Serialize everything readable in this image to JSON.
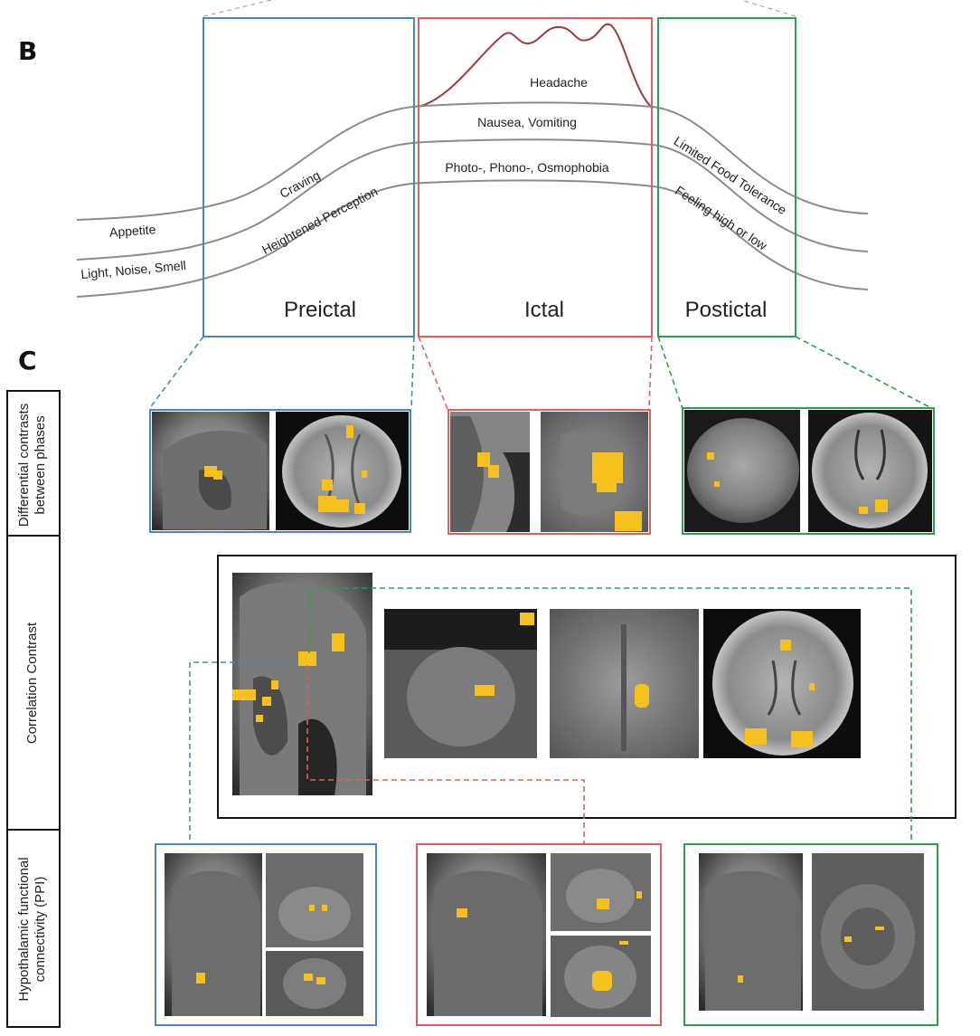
{
  "panel_b": {
    "letter": "B",
    "phases": [
      "Preictal",
      "Ictal",
      "Postictal"
    ],
    "curves": {
      "headache": "Headache",
      "nausea": "Nausea, Vomiting",
      "photo": "Photo-, Phono-, Osmophobia",
      "appetite": "Appetite",
      "craving": "Craving",
      "light": "Light, Noise, Smell",
      "heightened": "Heightened Perception",
      "limited_food": "Limited Food Tolerance",
      "feeling": "Feeling high or low"
    }
  },
  "panel_c": {
    "letter": "C",
    "row_labels": {
      "differential_line1": "Differential contrasts",
      "differential_line2": "between phases",
      "correlation": "Correlation Contrast",
      "ppi_line1": "Hypothalamic functional",
      "ppi_line2": "connectivity (PPI)"
    }
  },
  "colors": {
    "preictal": "#4a86c5",
    "ictal": "#d9625e",
    "postictal": "#2e9e4f",
    "headache_curve": "#9b3b3b",
    "symptom_curve": "#8c8c8c",
    "activation": "#f6c11c"
  }
}
